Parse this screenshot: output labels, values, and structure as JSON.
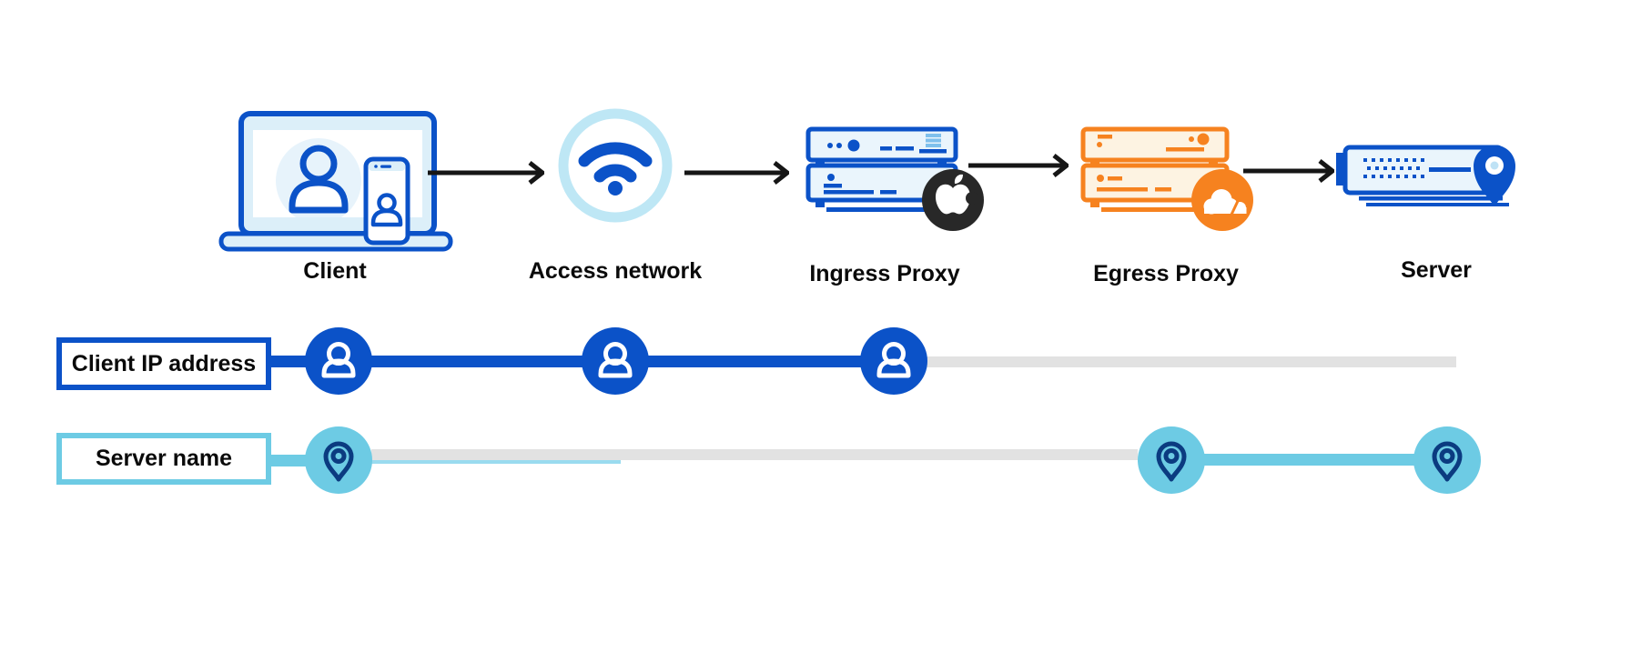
{
  "flow": {
    "nodes": [
      {
        "id": "client",
        "label": "Client",
        "icon": "laptop-and-phone-user-icon",
        "accent": "#0B52C8"
      },
      {
        "id": "access-network",
        "label": "Access network",
        "icon": "wifi-icon",
        "accent": "#0B52C8"
      },
      {
        "id": "ingress-proxy",
        "label": "Ingress Proxy",
        "icon": "server-rack-icon",
        "badge": "apple-logo-badge",
        "badge_color": "#282828",
        "accent": "#0B52C8"
      },
      {
        "id": "egress-proxy",
        "label": "Egress Proxy",
        "icon": "server-rack-icon",
        "badge": "cloudflare-logo-badge",
        "badge_color": "#F6821F",
        "accent": "#F6821F"
      },
      {
        "id": "server",
        "label": "Server",
        "icon": "server-with-location-pin-icon",
        "accent": "#0B52C8"
      }
    ],
    "arrows": [
      {
        "from": "client",
        "to": "access-network"
      },
      {
        "from": "access-network",
        "to": "ingress-proxy"
      },
      {
        "from": "ingress-proxy",
        "to": "egress-proxy"
      },
      {
        "from": "egress-proxy",
        "to": "server"
      }
    ]
  },
  "tracks": [
    {
      "id": "client-ip-address",
      "label": "Client IP address",
      "marker_icon": "person-icon",
      "accent": "#0B52C8",
      "visible_at": [
        "Client",
        "Access network",
        "Ingress Proxy"
      ],
      "inactive_segment": "Ingress Proxy to Server"
    },
    {
      "id": "server-name",
      "label": "Server name",
      "marker_icon": "location-pin-icon",
      "accent": "#6DCBE4",
      "visible_at": [
        "Client",
        "Egress Proxy",
        "Server"
      ],
      "inactive_segment": "Client to Egress Proxy"
    }
  ],
  "colors": {
    "primary_blue": "#0B52C8",
    "pale_blue_fill": "#DCEFF9",
    "lighter_blue_fill": "#EAF5FC",
    "wifi_ring": "#BEE7F5",
    "light_blue_accent": "#7FC0EC",
    "cyan": "#6DCBE4",
    "thin_cyan_line": "#9ADBEF",
    "navy_pin": "#0B3B80",
    "orange": "#F6821F",
    "pale_orange_fill": "#FDF3E2",
    "apple_badge": "#282828",
    "inactive_gray": "#E2E2E2",
    "arrow_black": "#161616",
    "text": "#0A0A0A",
    "background": "#FFFFFF"
  }
}
